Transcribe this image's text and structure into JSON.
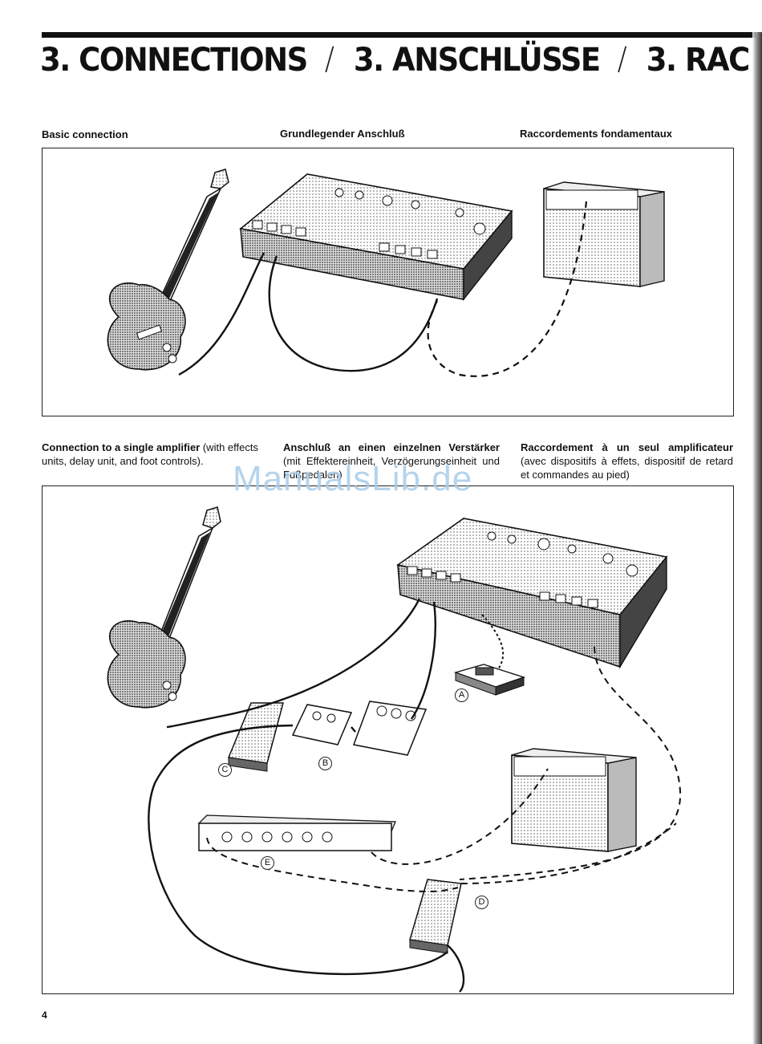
{
  "heading": {
    "en": "3. CONNECTIONS",
    "de": "3. ANSCHLÜSSE",
    "fr": "3. RAC",
    "separator": "/"
  },
  "section1": {
    "en": "Basic connection",
    "de": "Grundlegender Anschluß",
    "fr": "Raccordements fondamentaux"
  },
  "section2": {
    "en_bold": "Connection to a single amplifier",
    "en_rest": " (with effects units, delay unit, and foot controls).",
    "de_bold": "Anschluß an einen einzelnen Verstärker",
    "de_rest": " (mit Effektereinheit, Verzögerungseinheit und Fußpedalen)",
    "fr_bold": "Raccordement à un seul amplificateur",
    "fr_rest": " (avec dispositifs à effets, dispositif de retard et commandes au pied)"
  },
  "callouts": {
    "a": "A",
    "b": "B",
    "c": "C",
    "d": "D",
    "e": "E"
  },
  "watermark": "ManualsLib.de",
  "page_number": "4"
}
